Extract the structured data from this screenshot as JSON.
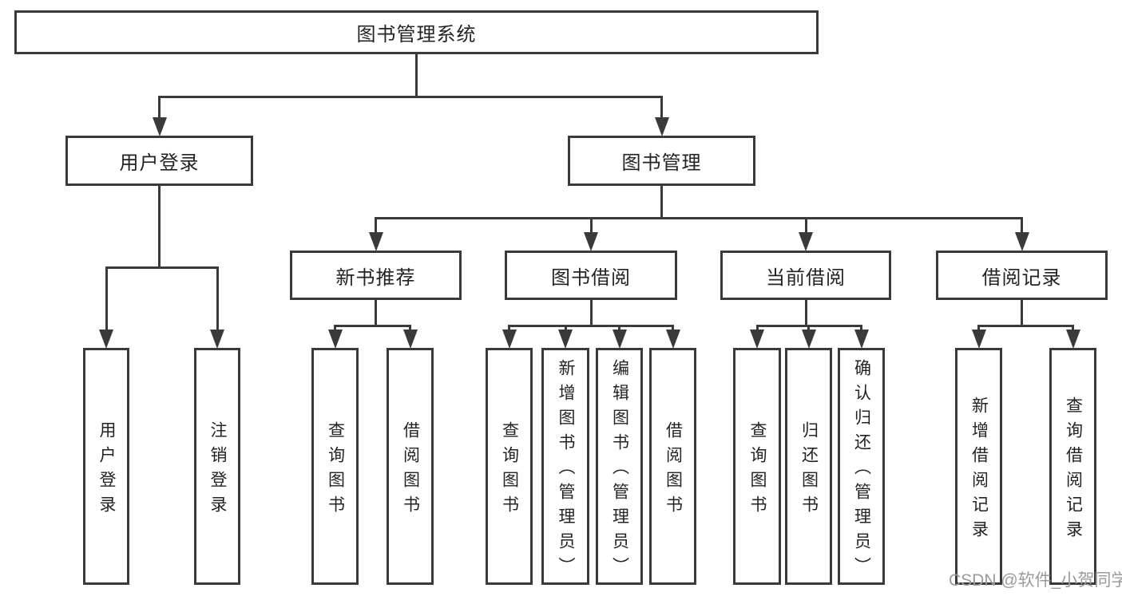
{
  "diagram": {
    "type": "hierarchy-tree",
    "watermark": "CSDN @软件_小贺同学",
    "colors": {
      "line": "#3a3a3a",
      "box_border": "#3a3a3a",
      "text": "#232323",
      "background": "#ffffff",
      "watermark": "#9b9b9b"
    },
    "root": {
      "id": "root",
      "label": "图书管理系统",
      "children": [
        {
          "id": "user-login",
          "label": "用户登录",
          "children": [
            {
              "id": "login",
              "label": "用户登录",
              "text_direction": "vertical"
            },
            {
              "id": "logout",
              "label": "注销登录",
              "text_direction": "vertical"
            }
          ]
        },
        {
          "id": "book-mgmt",
          "label": "图书管理",
          "children": [
            {
              "id": "new-book-rec",
              "label": "新书推荐",
              "children": [
                {
                  "id": "nbr-query",
                  "label": "查询图书",
                  "text_direction": "vertical"
                },
                {
                  "id": "nbr-borrow",
                  "label": "借阅图书",
                  "text_direction": "vertical"
                }
              ]
            },
            {
              "id": "book-borrow",
              "label": "图书借阅",
              "children": [
                {
                  "id": "bb-query",
                  "label": "查询图书",
                  "text_direction": "vertical"
                },
                {
                  "id": "bb-add",
                  "label": "新增图书（管理员）",
                  "text_direction": "vertical"
                },
                {
                  "id": "bb-edit",
                  "label": "编辑图书（管理员）",
                  "text_direction": "vertical"
                },
                {
                  "id": "bb-borrow",
                  "label": "借阅图书",
                  "text_direction": "vertical"
                }
              ]
            },
            {
              "id": "current-borrow",
              "label": "当前借阅",
              "children": [
                {
                  "id": "cb-query",
                  "label": "查询图书",
                  "text_direction": "vertical"
                },
                {
                  "id": "cb-return",
                  "label": "归还图书",
                  "text_direction": "vertical"
                },
                {
                  "id": "cb-confirm",
                  "label": "确认归还（管理员）",
                  "text_direction": "vertical"
                }
              ]
            },
            {
              "id": "borrow-record",
              "label": "借阅记录",
              "children": [
                {
                  "id": "br-add",
                  "label": "新增借阅记录",
                  "text_direction": "vertical"
                },
                {
                  "id": "br-query",
                  "label": "查询借阅记录",
                  "text_direction": "vertical"
                }
              ]
            }
          ]
        }
      ]
    }
  }
}
